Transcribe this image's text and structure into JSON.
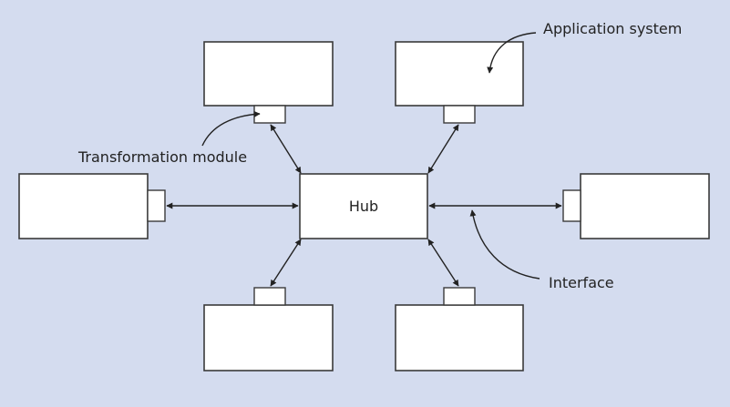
{
  "diagram": {
    "hub_label": "Hub",
    "callouts": {
      "application_system": "Application system",
      "transformation_module": "Transformation module",
      "interface": "Interface"
    }
  },
  "colors": {
    "background": "#d4dcef",
    "box_fill": "#ffffff",
    "stroke": "#3a3a3a",
    "line": "#222222"
  }
}
